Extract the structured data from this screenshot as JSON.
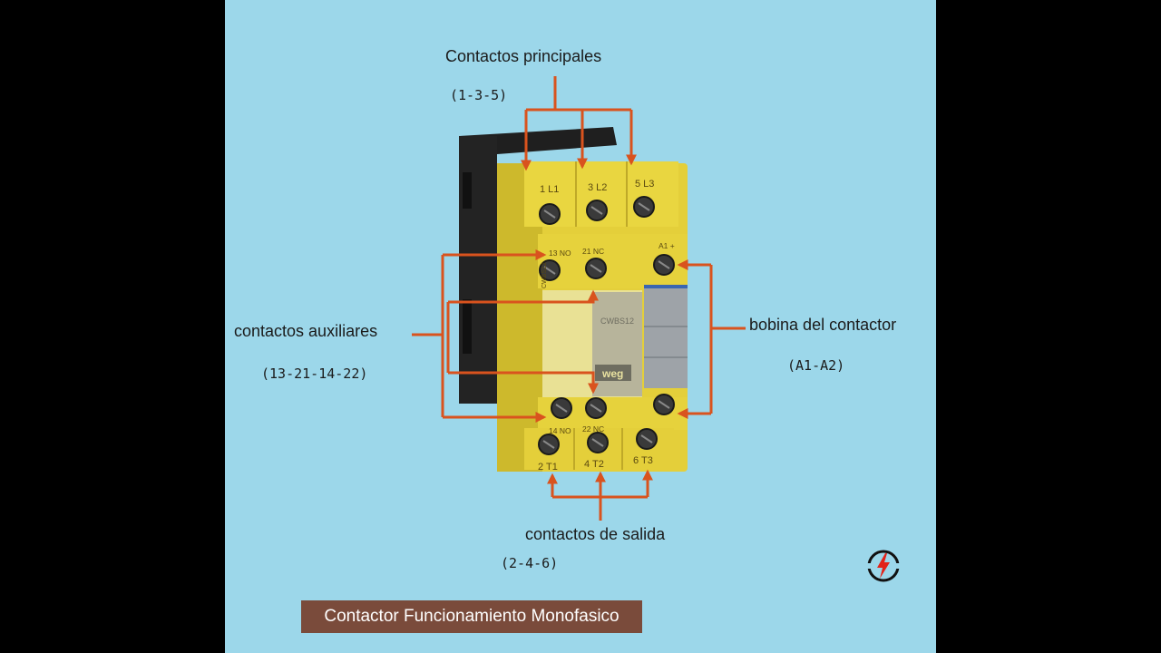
{
  "labels": {
    "main_contacts": "Contactos principales",
    "main_contacts_code": "(1-3-5)",
    "aux_contacts": "contactos auxiliares",
    "aux_contacts_code": "(13-21-14-22)",
    "coil": "bobina del contactor",
    "coil_code": "(A1-A2)",
    "output_contacts": "contactos de salida",
    "output_contacts_code": "(2-4-6)"
  },
  "device": {
    "terminals_top": [
      "1 L1",
      "3 L2",
      "5 L3"
    ],
    "aux_top": [
      "13 NO",
      "21 NC",
      "A1 +"
    ],
    "aux_bottom": [
      "14 NO",
      "22 NC"
    ],
    "terminals_bottom": [
      "2 T1",
      "4 T2",
      "6 T3"
    ],
    "model": "CWBS12",
    "side_text": "CWBS12",
    "brand": "weg"
  },
  "caption": "Contactor Funcionamiento Monofasico",
  "colors": {
    "panel_bg": "#9cd7ea",
    "arrow": "#d9531e",
    "body_yellow": "#e4cf3a",
    "caption_bg": "#7a4b3b",
    "logo_bolt": "#e2231a"
  },
  "icons": {
    "logo": "lightning-bolt-icon"
  }
}
